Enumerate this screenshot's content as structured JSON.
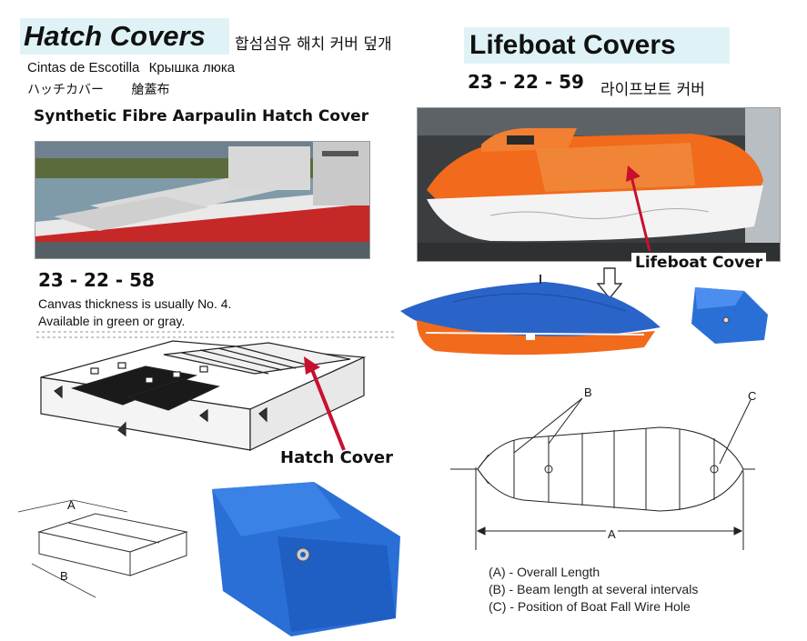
{
  "left": {
    "title": "Hatch Covers",
    "title_ko": "합섬섬유 해치 커버 덮개",
    "alt_names_line1_es": "Cintas de Escotilla",
    "alt_names_line1_ru": "Крышка люка",
    "alt_names_line2_ja": "ハッチカバー",
    "alt_names_line2_zh": "艙蓋布",
    "subtitle": "Synthetic Fibre Aarpaulin Hatch Cover",
    "code": "23 - 22 - 58",
    "note_line1": "Canvas thickness is usually No. 4.",
    "note_line2": "Available in green or gray.",
    "callout": "Hatch Cover",
    "dim_a": "A",
    "dim_b": "B"
  },
  "right": {
    "title": "Lifeboat Covers",
    "code": "23 - 22 - 59",
    "title_ko": "라이프보트 커버",
    "callout": "Lifeboat Cover",
    "diagram_labels": {
      "a": "A",
      "b": "B",
      "c": "C"
    },
    "legend": [
      "(A)  - Overall Length",
      "(B)  - Beam length at several intervals",
      "(C)  - Position of Boat Fall Wire Hole"
    ]
  },
  "colors": {
    "title_bg": "#dff3f7",
    "tarp_blue": "#2a6fd6",
    "lifeboat_orange": "#f26a1b",
    "arrow_red": "#c8102e"
  }
}
